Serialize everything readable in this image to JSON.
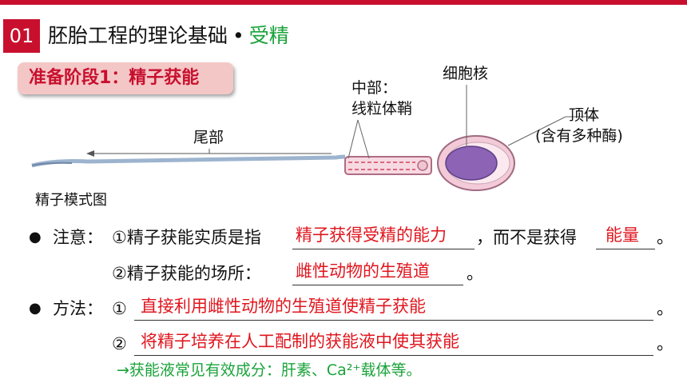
{
  "colors": {
    "accent_red": "#c8102e",
    "accent_green": "#1aa33a",
    "tag_pink": "#f4c7c7",
    "fill_red": "#e0161e"
  },
  "header": {
    "section_number": "01",
    "title_main": "胚胎工程的理论基础",
    "title_dot": "•",
    "title_accent": "受精"
  },
  "stage_tag": "准备阶段1：精子获能",
  "diagram": {
    "label_nucleus": "细胞核",
    "label_midpiece_1": "中部：",
    "label_midpiece_2": "线粒体鞘",
    "label_acrosome_1": "顶体",
    "label_acrosome_2": "(含有多种酶)",
    "label_tail": "尾部",
    "caption": "精子模式图"
  },
  "notes": {
    "bullet_1": "●",
    "bullet_2": "●",
    "note_label": "注意：",
    "line1_prefix": "①精子获能实质是指",
    "line1_answer1": "精子获得受精的能力",
    "line1_middle": "，而不是获得",
    "line1_answer2": "能量",
    "line1_end": "。",
    "line2_prefix": "②精子获能的场所：",
    "line2_answer": "雌性动物的生殖道",
    "line2_end": "。",
    "method_label": "方法：",
    "method1_num": "①",
    "method1_answer": "直接利用雌性动物的生殖道使精子获能",
    "method1_end": "。",
    "method2_num": "②",
    "method2_answer": "将精子培养在人工配制的获能液中使其获能",
    "method2_end": "。",
    "footnote": "→获能液常见有效成分：肝素、Ca²⁺载体等。"
  }
}
